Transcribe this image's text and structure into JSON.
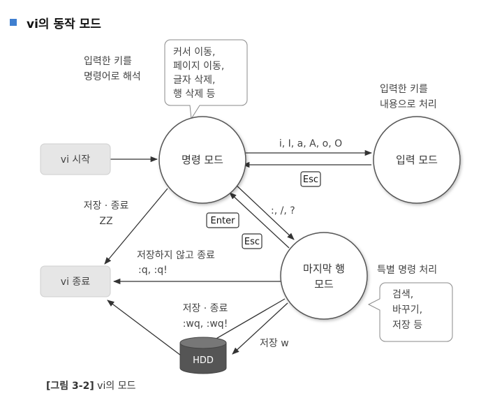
{
  "heading": "vi의 동작 모드",
  "nodes": {
    "command_mode": "명령 모드",
    "insert_mode": "입력 모드",
    "last_line_mode": [
      "마지막 행",
      "모드"
    ],
    "vi_start": "vi 시작",
    "vi_exit": "vi 종료",
    "hdd": "HDD"
  },
  "notes": {
    "command_interpret": [
      "입력한 키를",
      "명령어로 해석"
    ],
    "command_bubble": [
      "커서 이동,",
      "페이지 이동,",
      "글자 삭제,",
      "행 삭제 등"
    ],
    "insert_process": [
      "입력한 키를",
      "내용으로 처리"
    ],
    "last_line_process": "특별 명령 처리",
    "last_line_bubble": [
      "검색,",
      "바꾸기,",
      "저장 등"
    ]
  },
  "edges": {
    "to_insert": "i, I, a, A, o, O",
    "esc_key_1": "Esc",
    "to_last_line": ":, /, ?",
    "enter_key": "Enter",
    "esc_key_2": "Esc",
    "save_exit_cmd": [
      "저장 · 종료",
      "ZZ"
    ],
    "quit_no_save": [
      "저장하지 않고 종료",
      ":q, :q!"
    ],
    "save_exit_wq": [
      "저장 · 종료",
      ":wq, :wq!"
    ],
    "save_w": "저장 w"
  },
  "caption": {
    "label": "[그림 3-2]",
    "text": " vi의 모드"
  },
  "colors": {
    "bullet": "#3f7fd0",
    "hdd": "#555555",
    "box": "#e6e6e6",
    "line": "#333333"
  }
}
